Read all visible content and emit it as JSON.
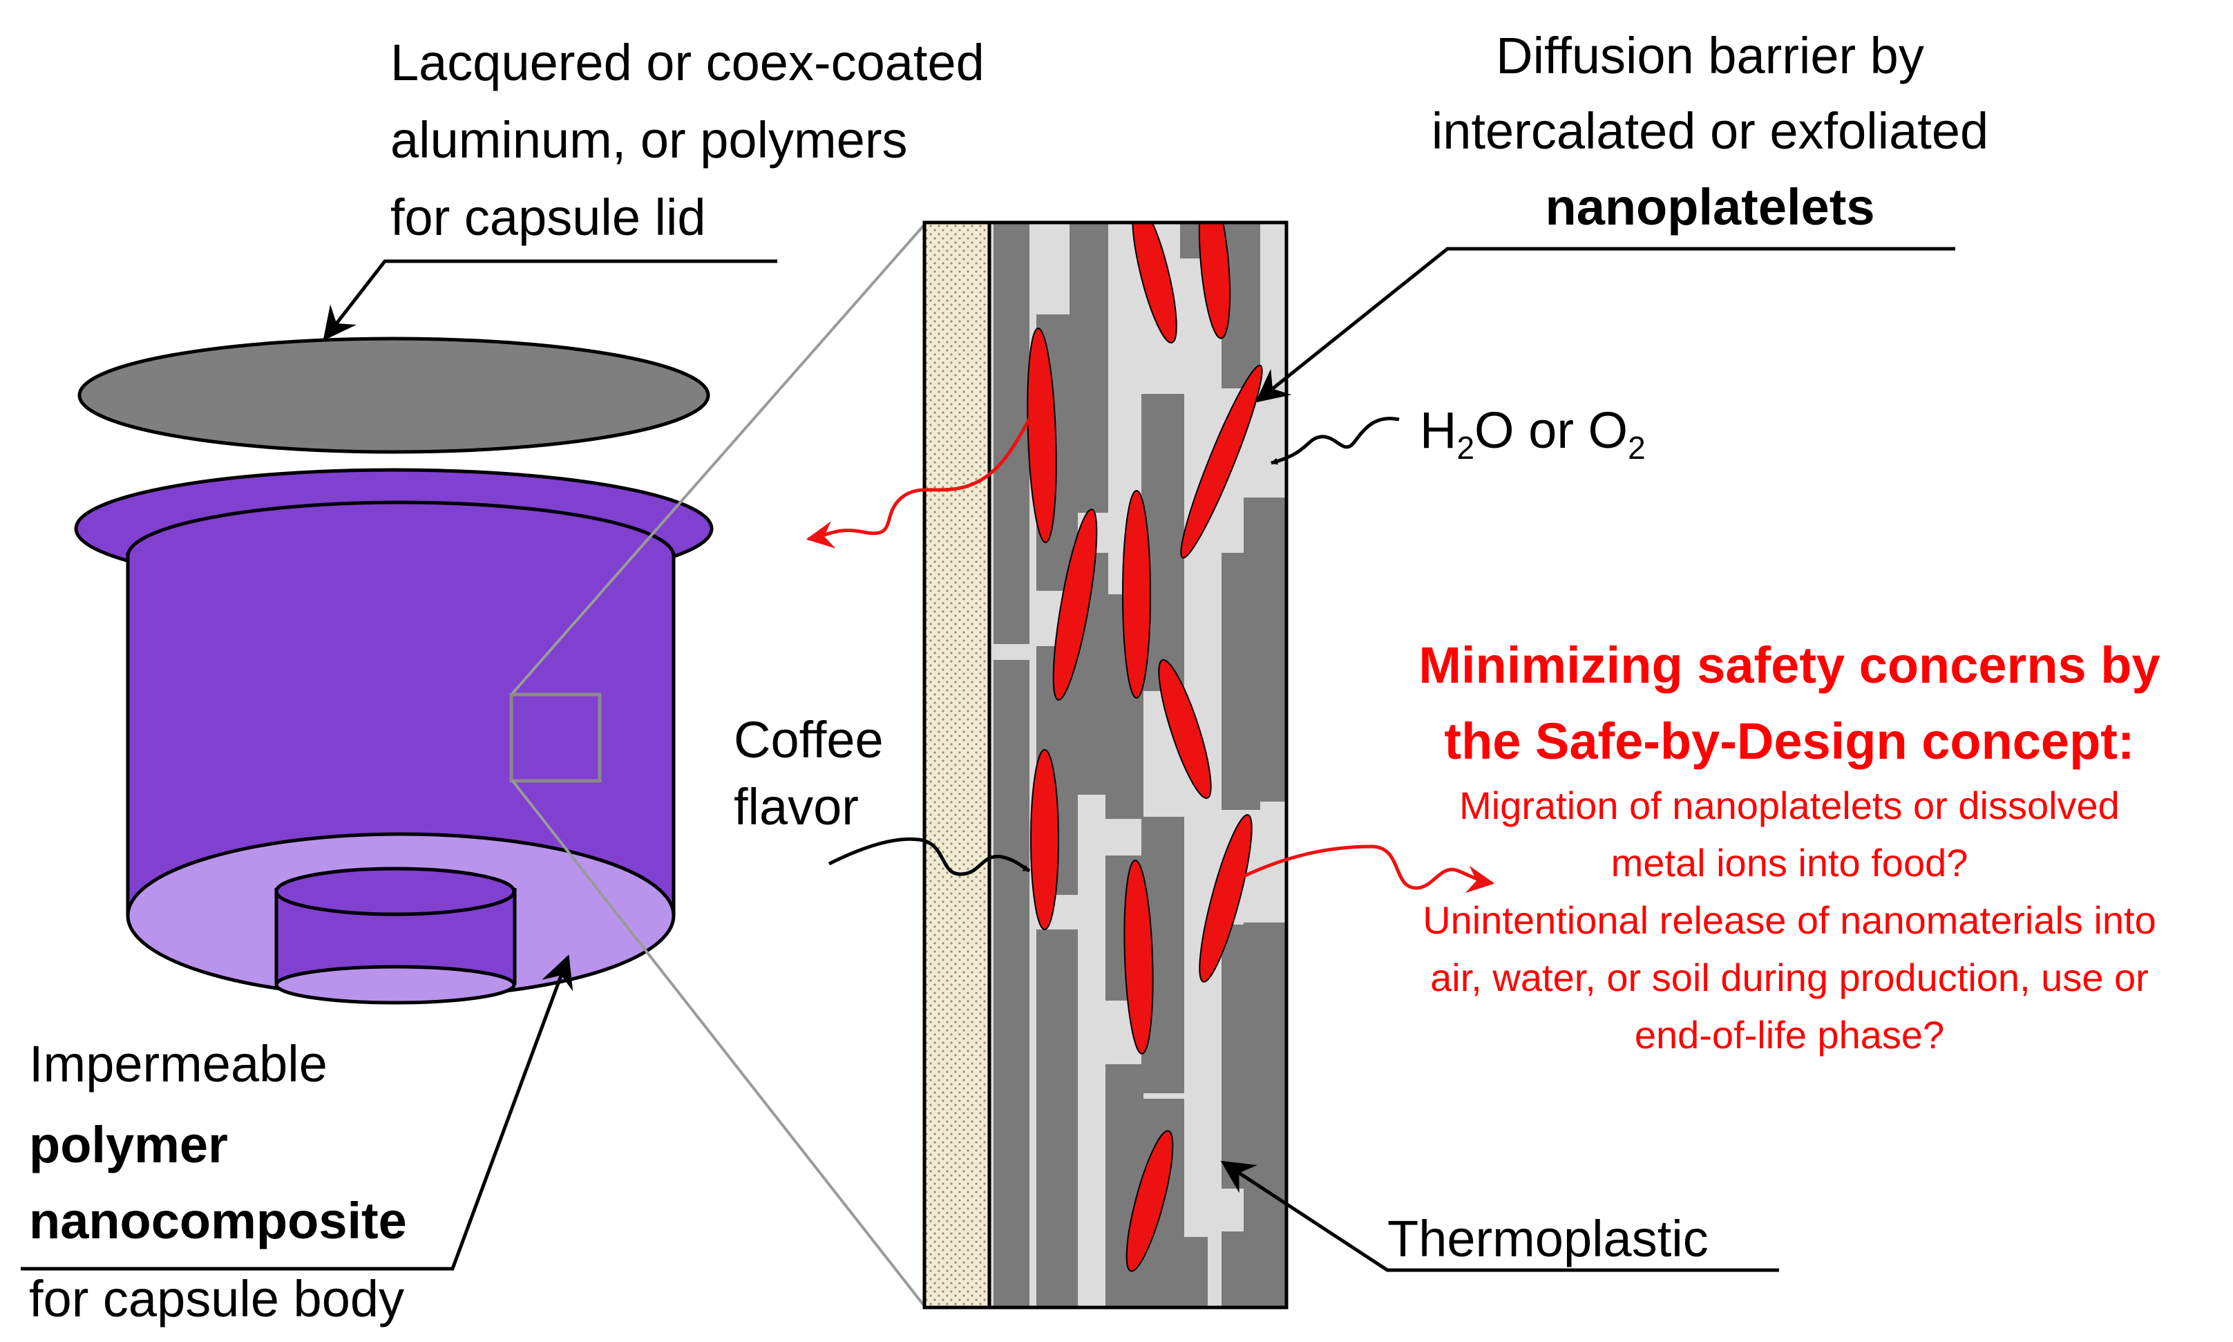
{
  "labels": {
    "lid": [
      "Lacquered or coex-coated",
      "aluminum, or polymers",
      "for capsule lid"
    ],
    "barrier": [
      "Diffusion barrier by",
      "intercalated or exfoliated"
    ],
    "barrier_bold": "nanoplatelets",
    "gas": {
      "h": "H",
      "h_sub": "2",
      "mid": "O or O",
      "o_sub": "2"
    },
    "coffee": [
      "Coffee",
      "flavor"
    ],
    "body_line1": "Impermeable",
    "body_bold": [
      "polymer",
      "nanocomposite"
    ],
    "body_line4": "for capsule body",
    "thermoplastic": "Thermoplastic"
  },
  "safety": {
    "title": [
      "Minimizing safety concerns by",
      "the Safe-by-Design concept:"
    ],
    "body": [
      "Migration of nanoplatelets or dissolved",
      "metal ions into food?",
      "Unintentional release of nanomaterials into",
      "air, water, or soil during production, use or",
      "end-of-life phase?"
    ]
  },
  "colors": {
    "capsule": "#8040d0",
    "capsule_inner": "#b894ec",
    "lid": "#7f7f7f",
    "nanoplatelet": "#ee1111",
    "bar": "#7a7a7a",
    "matrix": "#dcdcdc",
    "coating": "#ece3c8",
    "safety_text": "#ff0000"
  }
}
